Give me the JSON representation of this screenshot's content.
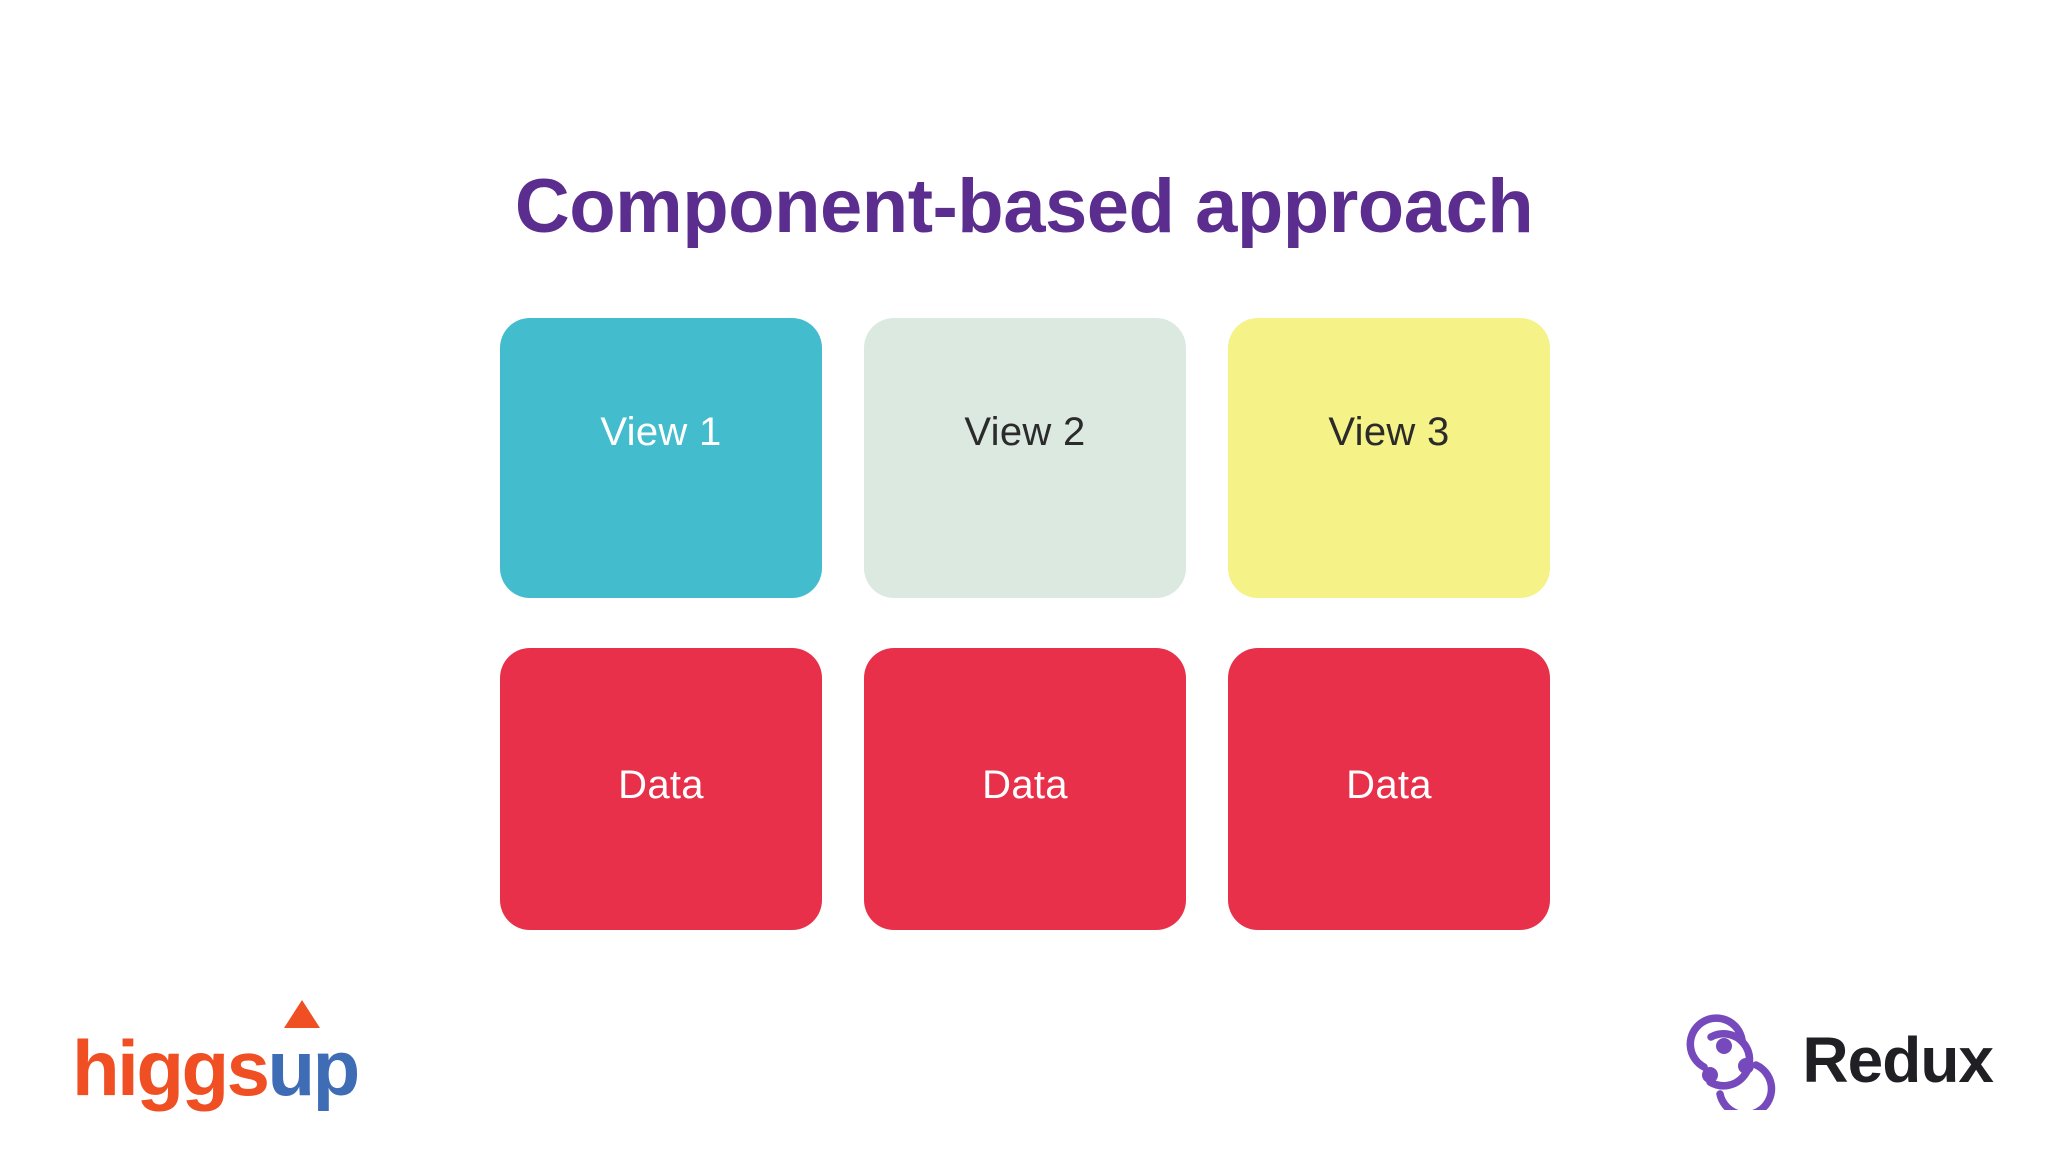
{
  "slide": {
    "title": "Component-based approach",
    "title_color": "#5B2D8E",
    "background_color": "#FFFFFF"
  },
  "diagram": {
    "type": "grid",
    "rows": [
      {
        "name": "views-row",
        "cards": [
          {
            "label": "View 1",
            "bg": "#43BCCD",
            "fg": "#FFFFFF"
          },
          {
            "label": "View 2",
            "bg": "#DCE9E1",
            "fg": "#2B2B2B"
          },
          {
            "label": "View 3",
            "bg": "#F5F287",
            "fg": "#2B2B2B"
          }
        ]
      },
      {
        "name": "data-row",
        "cards": [
          {
            "label": "Data",
            "bg": "#E8304A",
            "fg": "#FFFFFF"
          },
          {
            "label": "Data",
            "bg": "#E8304A",
            "fg": "#FFFFFF"
          },
          {
            "label": "Data",
            "bg": "#E8304A",
            "fg": "#FFFFFF"
          }
        ]
      }
    ]
  },
  "footer": {
    "higgsup": {
      "first": "higgs",
      "second": "up",
      "first_color": "#F04E23",
      "second_color": "#3E6DB5",
      "accent_color": "#F04E23"
    },
    "redux": {
      "wordmark": "Redux",
      "mark_color": "#764ABC",
      "word_color": "#1F1F24"
    }
  }
}
